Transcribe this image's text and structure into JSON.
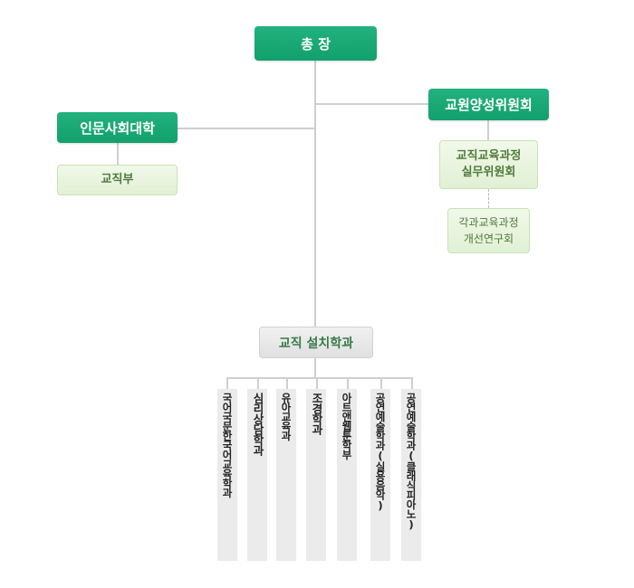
{
  "president": "총 장",
  "college": "인문사회대학",
  "teaching_dept": "교직부",
  "committee": "교원양성위원회",
  "practical_committee": {
    "line1": "교직교육과정",
    "line2": "실무위원회"
  },
  "improvement_group": {
    "line1": "각과교육과정",
    "line2": "개선연구회"
  },
  "teaching_departments": "교직 설치학과",
  "departments": [
    "국어국문한국어교육학과",
    "심리상담학과",
    "유아교육과",
    "조경학과",
    "아트앤웹툰학부",
    "공연예술학과(실용음악)",
    "공연예술학과(클래식피아노)"
  ],
  "colors": {
    "dark_green": "#15a571",
    "light_green": "#e6f3da",
    "gray": "#e6e6e6",
    "line": "#cfcfcf"
  }
}
